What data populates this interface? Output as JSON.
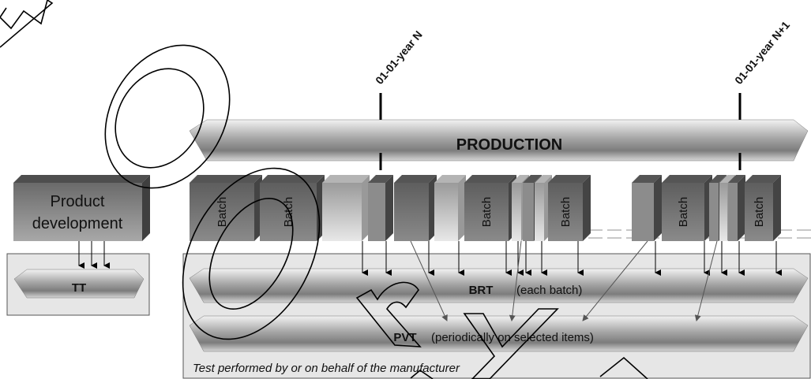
{
  "dates": {
    "year_n": "01-01-year N",
    "year_n1": "01-01-year N+1"
  },
  "production": {
    "label": "PRODUCTION"
  },
  "product_development": {
    "line1": "Product",
    "line2": "development"
  },
  "batch_label": "Batch",
  "tt": {
    "label": "TT"
  },
  "brt": {
    "label": "BRT",
    "note": "(each batch)"
  },
  "pvt": {
    "label": "PVT",
    "note": "(periodically on selected items)"
  },
  "manufacturer_note": "Test performed by or on behalf of the manufacturer",
  "colors": {
    "arrow_light": "#e8e8e8",
    "arrow_mid": "#a8a8a8",
    "arrow_dark": "#6e6e6e",
    "box_dark": "#6a6a6a",
    "panel": "#e6e6e6",
    "stamp_stroke": "#000000"
  },
  "icons": {
    "stamp": "large-outline-letters-overlay"
  }
}
